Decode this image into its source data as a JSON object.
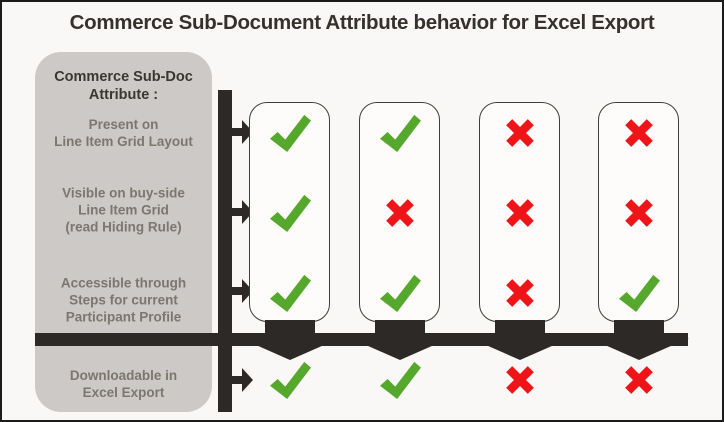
{
  "title": "Commerce Sub-Document Attribute behavior for Excel Export",
  "sidebar": {
    "header": "Commerce Sub-Doc\nAttribute :",
    "rows": [
      {
        "label": "Present on\nLine Item Grid Layout"
      },
      {
        "label": "Visible on buy-side\nLine Item Grid\n(read Hiding Rule)"
      },
      {
        "label": "Accessible through\nSteps for current\nParticipant Profile"
      },
      {
        "label": "Downloadable in\nExcel Export"
      }
    ]
  },
  "matrix": {
    "row_names": [
      "Present on Line Item Grid Layout",
      "Visible on buy-side Line Item Grid (read Hiding Rule)",
      "Accessible through Steps for current Participant Profile"
    ],
    "bottom_row_name": "Downloadable in Excel Export",
    "legend": {
      "check": "yes",
      "cross": "no"
    },
    "columns": [
      {
        "cells": [
          "check",
          "check",
          "check"
        ],
        "excel_export": "check"
      },
      {
        "cells": [
          "check",
          "cross",
          "check"
        ],
        "excel_export": "check"
      },
      {
        "cells": [
          "cross",
          "cross",
          "cross"
        ],
        "excel_export": "cross"
      },
      {
        "cells": [
          "cross",
          "cross",
          "check"
        ],
        "excel_export": "cross"
      }
    ]
  },
  "colors": {
    "background": "#faf8f6",
    "title_text": "#35322e",
    "panel_gray": "#ccc9c6",
    "panel_header_text": "#3a3631",
    "panel_label_text": "#7b766f",
    "bar_dark": "#2d2926",
    "check_green": "#56a82c",
    "cross_red": "#ee1418",
    "column_border": "#403c38",
    "column_fill": "#fdfcfa"
  }
}
